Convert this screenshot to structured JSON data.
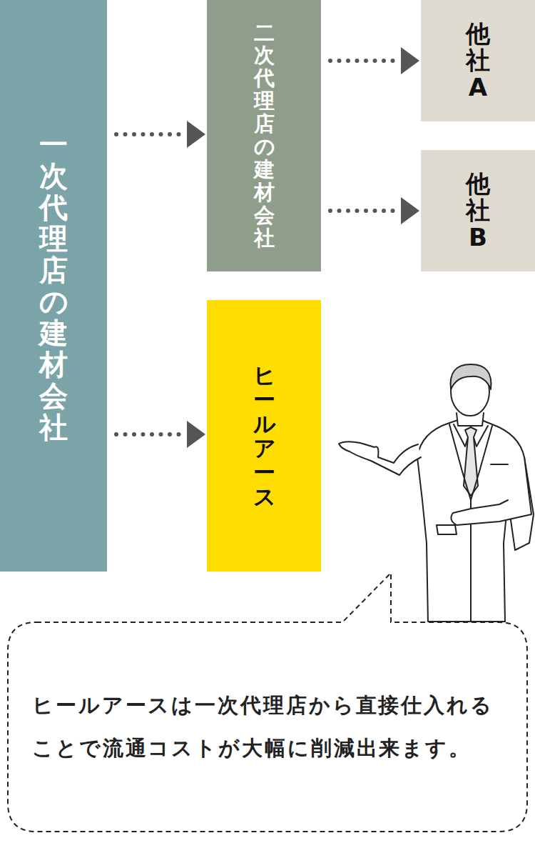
{
  "diagram": {
    "nodes": [
      {
        "text": [
          "一次代理店の建材会社"
        ]
      },
      {
        "text": [
          "二次代理店の建材会社"
        ]
      },
      {
        "text": [
          "他社A"
        ]
      },
      {
        "text": [
          "他社B"
        ]
      },
      {
        "text": [
          "ヒールアース"
        ]
      },
      {
        "text": [
          "ヒールアースは一次代理店から直接仕入れることで流通コストが大幅に削減出来ます。"
        ]
      }
    ],
    "edges": [
      {
        "from": 0,
        "to": 1,
        "arrow": "to"
      },
      {
        "from": 0,
        "to": 4,
        "arrow": "to"
      },
      {
        "from": 1,
        "to": 2,
        "arrow": "to"
      },
      {
        "from": 1,
        "to": 3,
        "arrow": "to"
      }
    ]
  }
}
